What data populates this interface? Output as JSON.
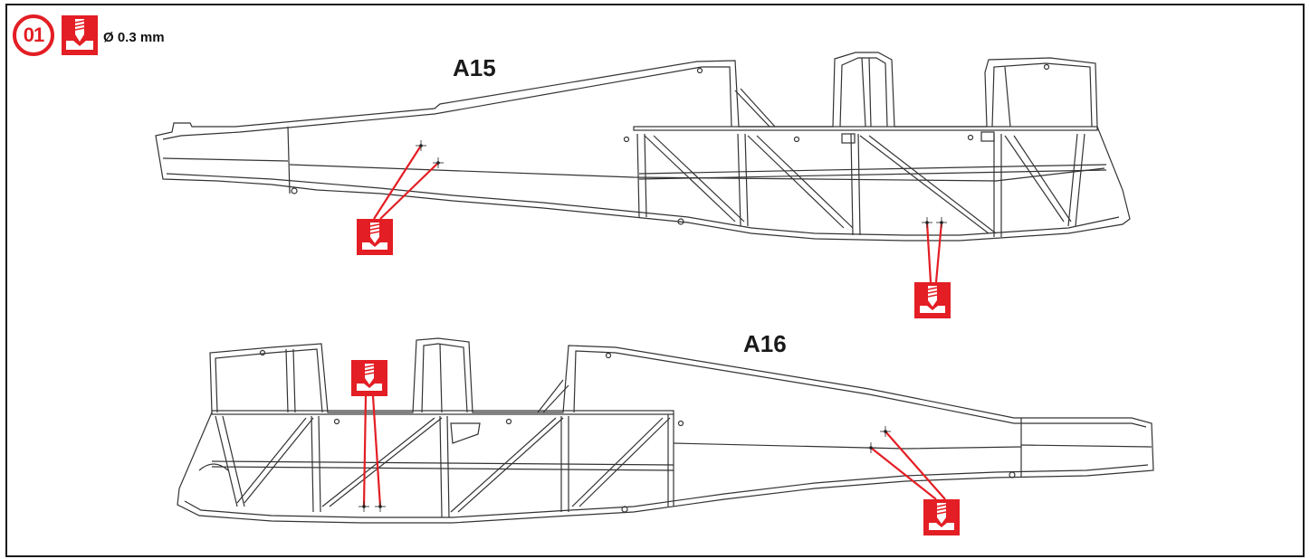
{
  "step": {
    "number": "01"
  },
  "drill": {
    "icon": "drill-icon",
    "diameter_label": "Ø 0.3 mm"
  },
  "parts": [
    {
      "id": "A15",
      "label": "A15"
    },
    {
      "id": "A16",
      "label": "A16"
    }
  ],
  "colors": {
    "accent": "#e31e24",
    "line": "#333333",
    "frame": "#1a1a1a"
  }
}
